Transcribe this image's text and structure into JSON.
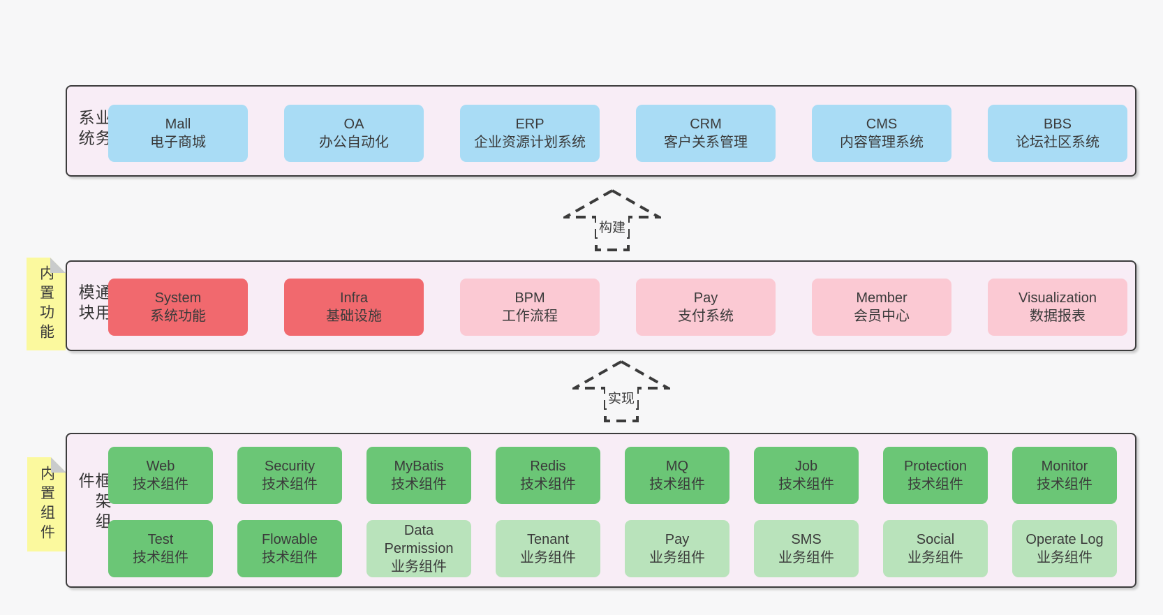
{
  "colors": {
    "page-bg": "#f7f7f8",
    "panel-bg": "#f8edf6",
    "panel-border": "#3c3c3c",
    "box-blue": "#a9dcf5",
    "box-red": "#f1696e",
    "box-pink": "#fbc9d3",
    "box-green": "#6bc676",
    "box-light-green": "#b9e3bb",
    "sticky-yellow": "#fbf99e",
    "sticky-fold": "#c9cbcc",
    "text": "#3a3a3a",
    "arrow": "#3b3b3b"
  },
  "layers": {
    "business": {
      "side_label": "业务系统",
      "boxes": [
        {
          "name": "Mall",
          "desc": "电子商城"
        },
        {
          "name": "OA",
          "desc": "办公自动化"
        },
        {
          "name": "ERP",
          "desc": "企业资源计划系统"
        },
        {
          "name": "CRM",
          "desc": "客户关系管理"
        },
        {
          "name": "CMS",
          "desc": "内容管理系统"
        },
        {
          "name": "BBS",
          "desc": "论坛社区系统"
        }
      ]
    },
    "modules": {
      "side_label": "通用模块",
      "sticky": "内置功能",
      "boxes": [
        {
          "name": "System",
          "desc": "系统功能"
        },
        {
          "name": "Infra",
          "desc": "基础设施"
        },
        {
          "name": "BPM",
          "desc": "工作流程"
        },
        {
          "name": "Pay",
          "desc": "支付系统"
        },
        {
          "name": "Member",
          "desc": "会员中心"
        },
        {
          "name": "Visualization",
          "desc": "数据报表"
        }
      ]
    },
    "components": {
      "side_label": "框架组件",
      "sticky": "内置组件",
      "row1": [
        {
          "name": "Web",
          "desc": "技术组件"
        },
        {
          "name": "Security",
          "desc": "技术组件"
        },
        {
          "name": "MyBatis",
          "desc": "技术组件"
        },
        {
          "name": "Redis",
          "desc": "技术组件"
        },
        {
          "name": "MQ",
          "desc": "技术组件"
        },
        {
          "name": "Job",
          "desc": "技术组件"
        },
        {
          "name": "Protection",
          "desc": "技术组件"
        },
        {
          "name": "Monitor",
          "desc": "技术组件"
        }
      ],
      "row2": [
        {
          "name": "Test",
          "desc": "技术组件"
        },
        {
          "name": "Flowable",
          "desc": "技术组件"
        },
        {
          "name": "Data Permission",
          "desc": "业务组件"
        },
        {
          "name": "Tenant",
          "desc": "业务组件"
        },
        {
          "name": "Pay",
          "desc": "业务组件"
        },
        {
          "name": "SMS",
          "desc": "业务组件"
        },
        {
          "name": "Social",
          "desc": "业务组件"
        },
        {
          "name": "Operate Log",
          "desc": "业务组件"
        }
      ]
    }
  },
  "arrows": [
    {
      "label": "构建"
    },
    {
      "label": "实现"
    }
  ]
}
